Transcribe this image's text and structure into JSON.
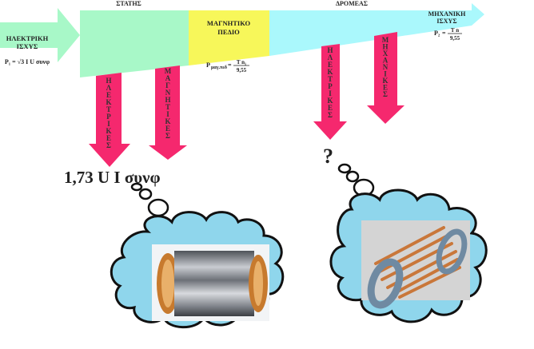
{
  "colors": {
    "stator": "#a8f8c8",
    "magnetic_field": "#f7f75a",
    "rotor": "#aaf8fc",
    "loss_arrow": "#f5286e",
    "cloud": "#8fd6ec",
    "text": "#222222"
  },
  "input": {
    "title_line1": "ΗΛΕΚΤΡΙΚΗ",
    "title_line2": "ΙΣΧΥΣ",
    "formula": "P₁ = √3 I U συνφ"
  },
  "stator": {
    "label": "ΣΤΑΤΗΣ"
  },
  "magnetic_field": {
    "line1": "ΜΑΓΝΗΤΙΚΟ",
    "line2": "ΠΕΔΙΟ",
    "formula_lhs": "P",
    "formula_sub": "μαγ.πεδ",
    "formula_num": "T  n₁",
    "formula_den": "9,55"
  },
  "rotor": {
    "label": "ΔΡΟΜΕΑΣ"
  },
  "output": {
    "title_line1": "ΜΗΧΑΝΙΚΗ",
    "title_line2": "ΙΣΧΥΣ",
    "formula_lhs": "P₂",
    "formula_num": "T  n",
    "formula_den": "9,55"
  },
  "losses": {
    "stator_electrical": "ΗΛΕΚΤΡΙΚΕΣ",
    "stator_magnetic": "ΜΑΓΝΗΤΙΚΕΣ",
    "rotor_electrical": "ΗΛΕΚΤΡΙΚΕΣ",
    "rotor_mechanical": "ΜΗΧΑΝΙΚΕΣ"
  },
  "annotations": {
    "stator_loss_formula": "1,73 U I συνφ",
    "rotor_loss_question": "?"
  },
  "images": {
    "stator_photo": "stator-winding-photo",
    "rotor_photo": "squirrel-cage-rotor-illustration"
  }
}
